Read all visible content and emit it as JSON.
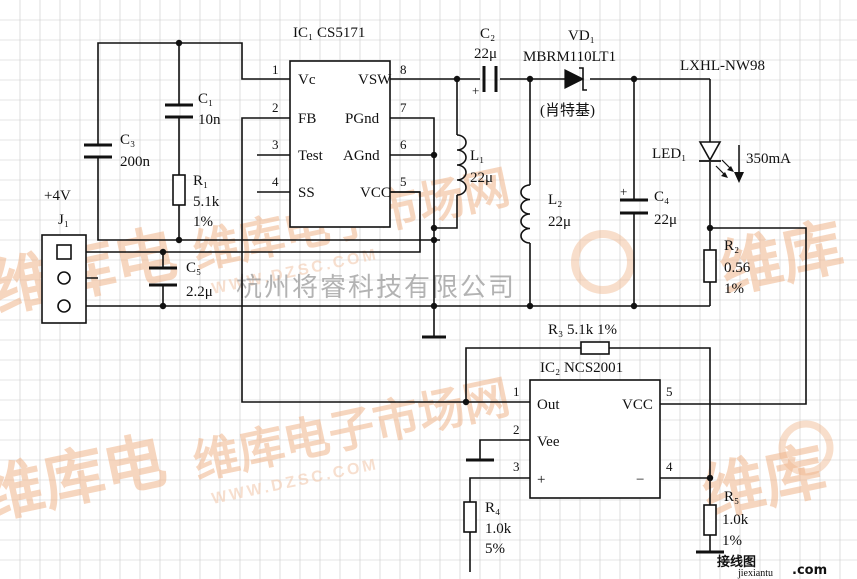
{
  "ic1": {
    "title": "IC₁ CS5171",
    "pins": {
      "p1": {
        "num": "1",
        "name": "Vc"
      },
      "p2": {
        "num": "2",
        "name": "FB"
      },
      "p3": {
        "num": "3",
        "name": "Test"
      },
      "p4": {
        "num": "4",
        "name": "SS"
      },
      "p8": {
        "num": "8",
        "name": "VSW"
      },
      "p7": {
        "num": "7",
        "name": "PGnd"
      },
      "p6": {
        "num": "6",
        "name": "AGnd"
      },
      "p5": {
        "num": "5",
        "name": "VCC"
      }
    }
  },
  "ic2": {
    "title": "IC₂ NCS2001",
    "pins": {
      "p1": {
        "num": "1",
        "name": "Out"
      },
      "p2": {
        "num": "2",
        "name": "Vee"
      },
      "p3": {
        "num": "3",
        "name": "+"
      },
      "p4": {
        "num": "4",
        "name": "−"
      },
      "p5": {
        "num": "5",
        "name": "VCC"
      }
    }
  },
  "components": {
    "c1": {
      "ref": "C₁",
      "value": "10n"
    },
    "c2": {
      "ref": "C₂",
      "value": "22μ"
    },
    "c3": {
      "ref": "C₃",
      "value": "200n"
    },
    "c4": {
      "ref": "C₄",
      "value": "22μ"
    },
    "c5": {
      "ref": "C₅",
      "value": "2.2μ"
    },
    "r1": {
      "ref": "R₁",
      "value": "5.1k",
      "tol": "1%"
    },
    "r2": {
      "ref": "R₂",
      "value": "0.56",
      "tol": "1%"
    },
    "r3": {
      "label": "R₃  5.1k  1%"
    },
    "r4": {
      "ref": "R₄",
      "value": "1.0k",
      "tol": "5%"
    },
    "r5": {
      "ref": "R₅",
      "value": "1.0k",
      "tol": "1%"
    },
    "l1": {
      "ref": "L₁",
      "value": "22μ"
    },
    "l2": {
      "ref": "L₂",
      "value": "22μ"
    },
    "vd1": {
      "ref": "VD₁",
      "part": "MBRM110LT1",
      "note": "(肖特基)"
    },
    "led1": {
      "ref": "LED₁",
      "part": "LXHL-NW98",
      "current": "350mA"
    },
    "j1": {
      "ref": "J₁",
      "voltage": "+4V"
    }
  },
  "watermarks": {
    "company": "杭州将睿科技有限公司",
    "brand": "维库电子市场网",
    "brand_short": "维库",
    "brand_short2": "维库电",
    "site": "WWW.DZSC.COM",
    "footer_cn": "接线图",
    "footer_url": "jiexiantu",
    "footer_com": ".com"
  },
  "colors": {
    "watermark": "#f0b58c",
    "footer_green": "#2e8b2e",
    "footer_red": "#cc2222"
  }
}
